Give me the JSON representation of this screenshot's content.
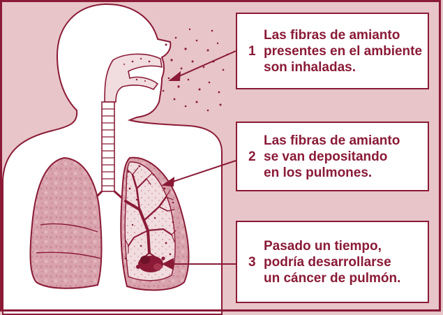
{
  "colors": {
    "background": "#e8c5c8",
    "accent": "#8a1a36",
    "body_fill": "#ffffff",
    "lung_fill": "#d9a3ad",
    "lung_cut_fill": "#f1dcdf",
    "tumor": "#8a1a36"
  },
  "icons": [
    "human-silhouette",
    "airway",
    "trachea",
    "lungs",
    "bronchial-tree",
    "asbestos-fibers",
    "tumor"
  ],
  "steps": [
    {
      "number": "1",
      "lines": [
        "Las fibras de amianto",
        "presentes en el ambiente",
        "son inhaladas."
      ]
    },
    {
      "number": "2",
      "lines": [
        "Las fibras de amianto",
        "se van depositando",
        "en los pulmones."
      ]
    },
    {
      "number": "3",
      "lines": [
        "Pasado un tiempo,",
        "podría desarrollarse",
        "un cáncer de pulmón."
      ]
    }
  ]
}
